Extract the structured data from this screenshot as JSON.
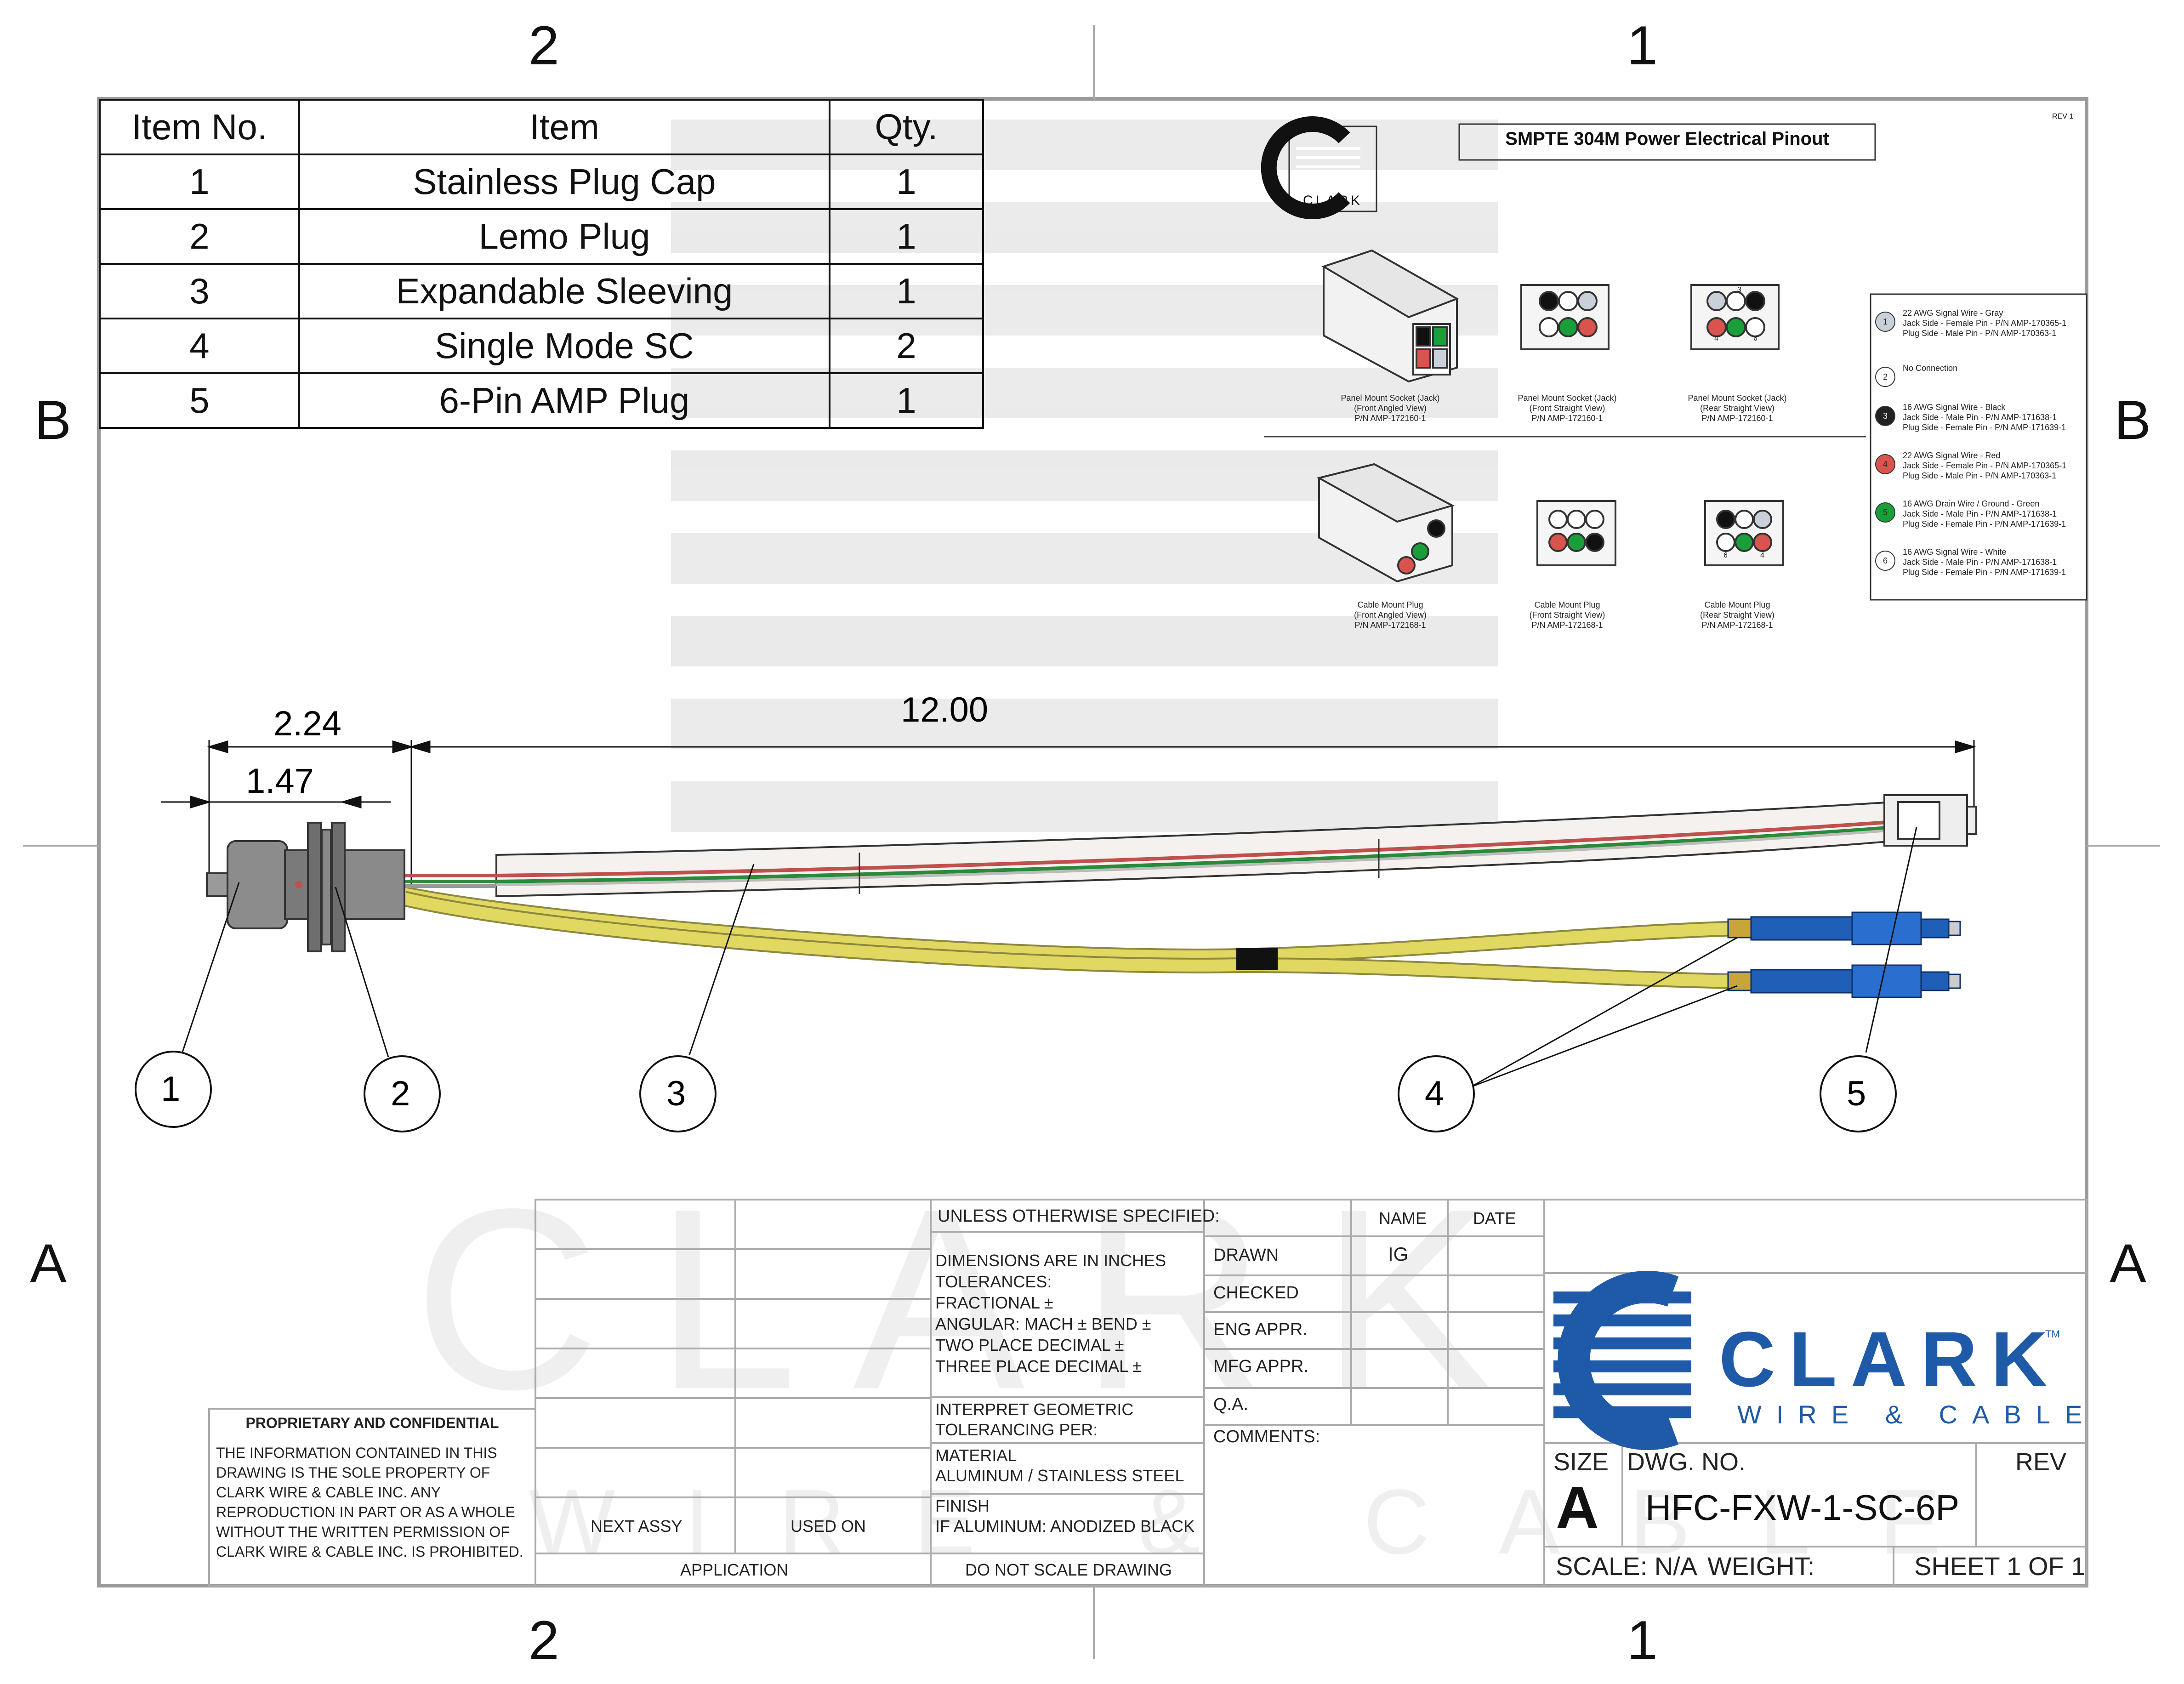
{
  "zones": {
    "top_left": "2",
    "top_right": "1",
    "bottom_left": "2",
    "bottom_right": "1",
    "row_b": "B",
    "row_a": "A"
  },
  "bom": {
    "headers": [
      "Item No.",
      "Item",
      "Qty."
    ],
    "rows": [
      [
        "1",
        "Stainless Plug Cap",
        "1"
      ],
      [
        "2",
        "Lemo Plug",
        "1"
      ],
      [
        "3",
        "Expandable Sleeving",
        "1"
      ],
      [
        "4",
        "Single Mode SC",
        "2"
      ],
      [
        "5",
        "6-Pin AMP Plug",
        "1"
      ]
    ]
  },
  "pinout": {
    "title": "SMPTE 304M Power Electrical Pinout",
    "rev": "REV 1",
    "logo_text": "CLARK",
    "views": [
      [
        "Panel Mount Socket (Jack)",
        "(Front Angled View)",
        "P/N AMP-172160-1"
      ],
      [
        "Panel Mount Socket (Jack)",
        "(Front Straight View)",
        "P/N AMP-172160-1"
      ],
      [
        "Panel Mount Socket (Jack)",
        "(Rear Straight View)",
        "P/N AMP-172160-1"
      ],
      [
        "Cable Mount Plug",
        "(Front Angled View)",
        "P/N AMP-172168-1"
      ],
      [
        "Cable Mount Plug",
        "(Front Straight View)",
        "P/N AMP-172168-1"
      ],
      [
        "Cable Mount Plug",
        "(Rear Straight View)",
        "P/N AMP-172168-1"
      ]
    ],
    "pin_labels": {
      "a": "1",
      "b": "3",
      "c": "4",
      "d": "6"
    },
    "legend": [
      {
        "pin": "1",
        "color": "#c9d0da",
        "lines": [
          "22 AWG Signal Wire - Gray",
          "Jack Side - Female Pin - P/N AMP-170365-1",
          "Plug Side - Male Pin - P/N AMP-170363-1"
        ]
      },
      {
        "pin": "2",
        "color": "#ffffff",
        "lines": [
          "No Connection"
        ]
      },
      {
        "pin": "3",
        "color": "#222222",
        "lines": [
          "16 AWG Signal Wire - Black",
          "Jack Side - Male Pin - P/N AMP-171638-1",
          "Plug Side - Female Pin - P/N AMP-171639-1"
        ]
      },
      {
        "pin": "4",
        "color": "#d9534f",
        "lines": [
          "22 AWG Signal Wire - Red",
          "Jack Side - Female Pin - P/N AMP-170365-1",
          "Plug Side - Male Pin - P/N AMP-170363-1"
        ]
      },
      {
        "pin": "5",
        "color": "#1a9e3a",
        "lines": [
          "16 AWG Drain Wire / Ground - Green",
          "Jack Side - Male Pin - P/N AMP-171638-1",
          "Plug Side - Female Pin - P/N AMP-171639-1"
        ]
      },
      {
        "pin": "6",
        "color": "#ffffff",
        "lines": [
          "16 AWG Signal Wire - White",
          "Jack Side - Male Pin - P/N AMP-171638-1",
          "Plug Side - Female Pin - P/N AMP-171639-1"
        ]
      }
    ]
  },
  "dims": {
    "d1": "2.24",
    "d2": "1.47",
    "d3": "12.00"
  },
  "balloons": [
    "1",
    "2",
    "3",
    "4",
    "5"
  ],
  "title_block": {
    "unless": "UNLESS OTHERWISE SPECIFIED:",
    "tol": [
      "DIMENSIONS ARE IN INCHES",
      "TOLERANCES:",
      "FRACTIONAL ±",
      "ANGULAR: MACH ±      BEND ±",
      "TWO PLACE DECIMAL    ±",
      "THREE PLACE DECIMAL  ±"
    ],
    "interpret": [
      "INTERPRET GEOMETRIC",
      "TOLERANCING PER:"
    ],
    "material": [
      "MATERIAL",
      "ALUMINUM / STAINLESS STEEL"
    ],
    "finish": [
      "FINISH",
      "IF ALUMINUM: ANODIZED BLACK"
    ],
    "do_not_scale": "DO NOT SCALE DRAWING",
    "next_assy": "NEXT ASSY",
    "used_on": "USED ON",
    "application": "APPLICATION",
    "name_hdr": "NAME",
    "date_hdr": "DATE",
    "sign_rows": [
      [
        "DRAWN",
        "IG"
      ],
      [
        "CHECKED",
        ""
      ],
      [
        "ENG APPR.",
        ""
      ],
      [
        "MFG APPR.",
        ""
      ],
      [
        "Q.A.",
        ""
      ]
    ],
    "comments": "COMMENTS:",
    "size_lbl": "SIZE",
    "size": "A",
    "dwg_lbl": "DWG.  NO.",
    "dwg_no": "HFC-FXW-1-SC-6P",
    "rev_lbl": "REV",
    "scale": "SCALE: N/A",
    "weight": "WEIGHT:",
    "sheet": "SHEET 1 OF 1",
    "brand": "CLARK",
    "tm": "TM",
    "brand_sub": "WIRE & CABLE"
  },
  "proprietary": {
    "title": "PROPRIETARY AND CONFIDENTIAL",
    "body": "THE INFORMATION CONTAINED IN THIS DRAWING IS THE SOLE PROPERTY OF CLARK WIRE & CABLE INC.  ANY REPRODUCTION IN PART OR AS A WHOLE WITHOUT THE WRITTEN PERMISSION OF CLARK WIRE & CABLE INC. IS PROHIBITED."
  },
  "watermark": {
    "big": "CLARK",
    "small": "WIRE & CABLE"
  },
  "colors": {
    "brand_blue": "#1e5aa8",
    "connector_blue": "#1f5fb8",
    "fiber_yellow": "#d8cf55",
    "border": "#9a9a9a"
  }
}
